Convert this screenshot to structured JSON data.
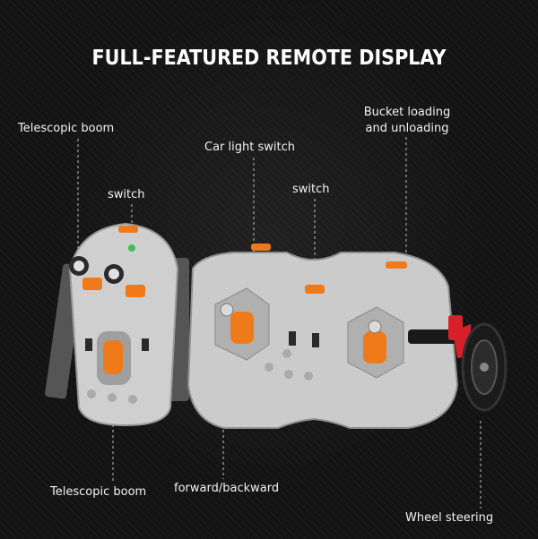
{
  "title": "FULL-FEATURED REMOTE DISPLAY",
  "labels": {
    "telescopic_boom_top": "Telescopic boom",
    "switch_left": "switch",
    "car_light_switch": "Car light switch",
    "switch_right": "switch",
    "bucket_line1": "Bucket loading",
    "bucket_line2": "and unloading",
    "telescopic_boom_bottom": "Telescopic boom",
    "forward_backward": "forward/backward",
    "wheel_steering": "Wheel steering"
  },
  "colors": {
    "background": "#131313",
    "body_grey": "#c9c9c9",
    "dark_grey": "#4a4a4a",
    "accent_orange": "#f07a1a",
    "accent_red": "#d8202a",
    "leader_line": "#bdbdbd"
  }
}
